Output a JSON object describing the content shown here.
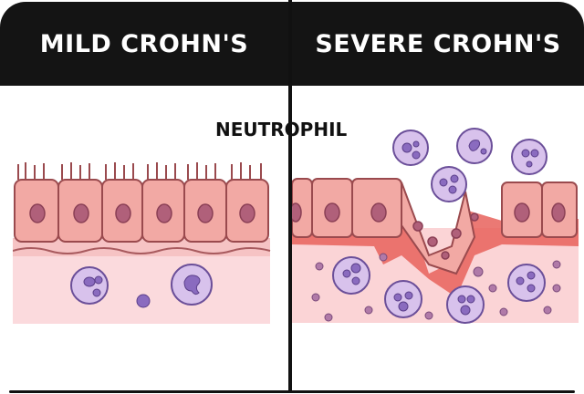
{
  "panels": [
    {
      "title": "MILD CROHN'S"
    },
    {
      "title": "SEVERE CROHN'S"
    }
  ],
  "annotation": {
    "label": "NEUTROPHIL"
  },
  "colors": {
    "header_bg": "#141414",
    "cell_fill": "#f2a9a4",
    "cell_stroke": "#9a4a4e",
    "nucleus": "#b0607a",
    "lamina": "#fbd9dc",
    "neutrophil_fill": "#d8c2ec",
    "neutrophil_nucleus": "#8a6bbf",
    "inflamed": "#e8615c"
  }
}
